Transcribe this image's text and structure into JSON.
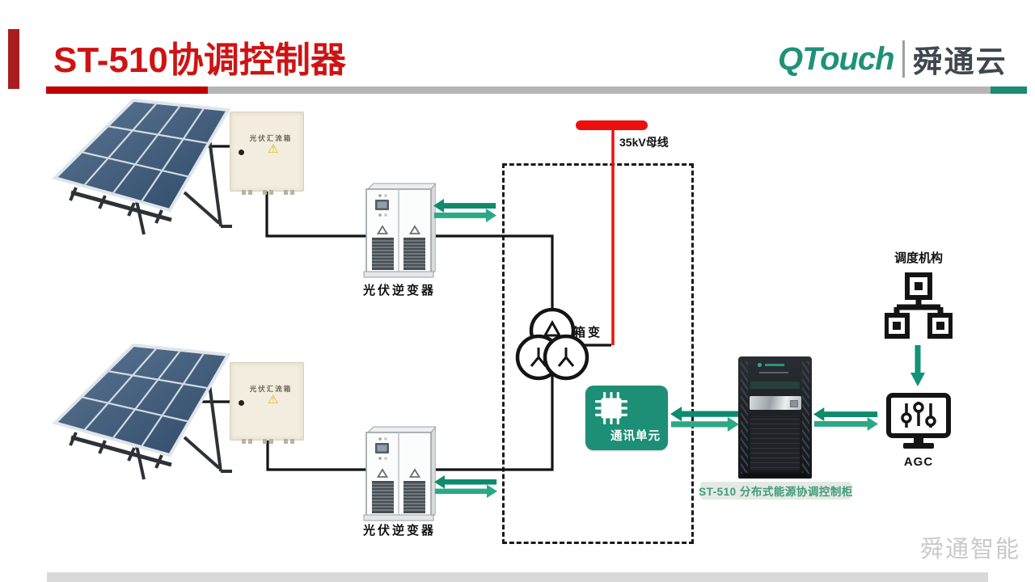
{
  "slide": {
    "title": "ST-510协调控制器",
    "watermark": "舜通智能"
  },
  "logo": {
    "brand": "QTouch",
    "company": "舜通云"
  },
  "diagram": {
    "busbar": "35kV母线",
    "transformer": "箱变",
    "comm_unit": "通讯单元",
    "combiner": "光伏汇流箱",
    "inverter": "光伏逆变器",
    "cabinet": "ST-510 分布式能源协调控制柜",
    "dispatch": "调度机构",
    "agc": "AGC"
  },
  "colors": {
    "accent_red": "#ce1313",
    "brand_green": "#1f9179",
    "bus_red": "#ee0f0f",
    "arrow_teal_dark": "#0e8a6d",
    "arrow_teal_light": "#2ca886",
    "comm_green": "#1c8f76",
    "cabinet_label_green": "#3f9b78"
  }
}
